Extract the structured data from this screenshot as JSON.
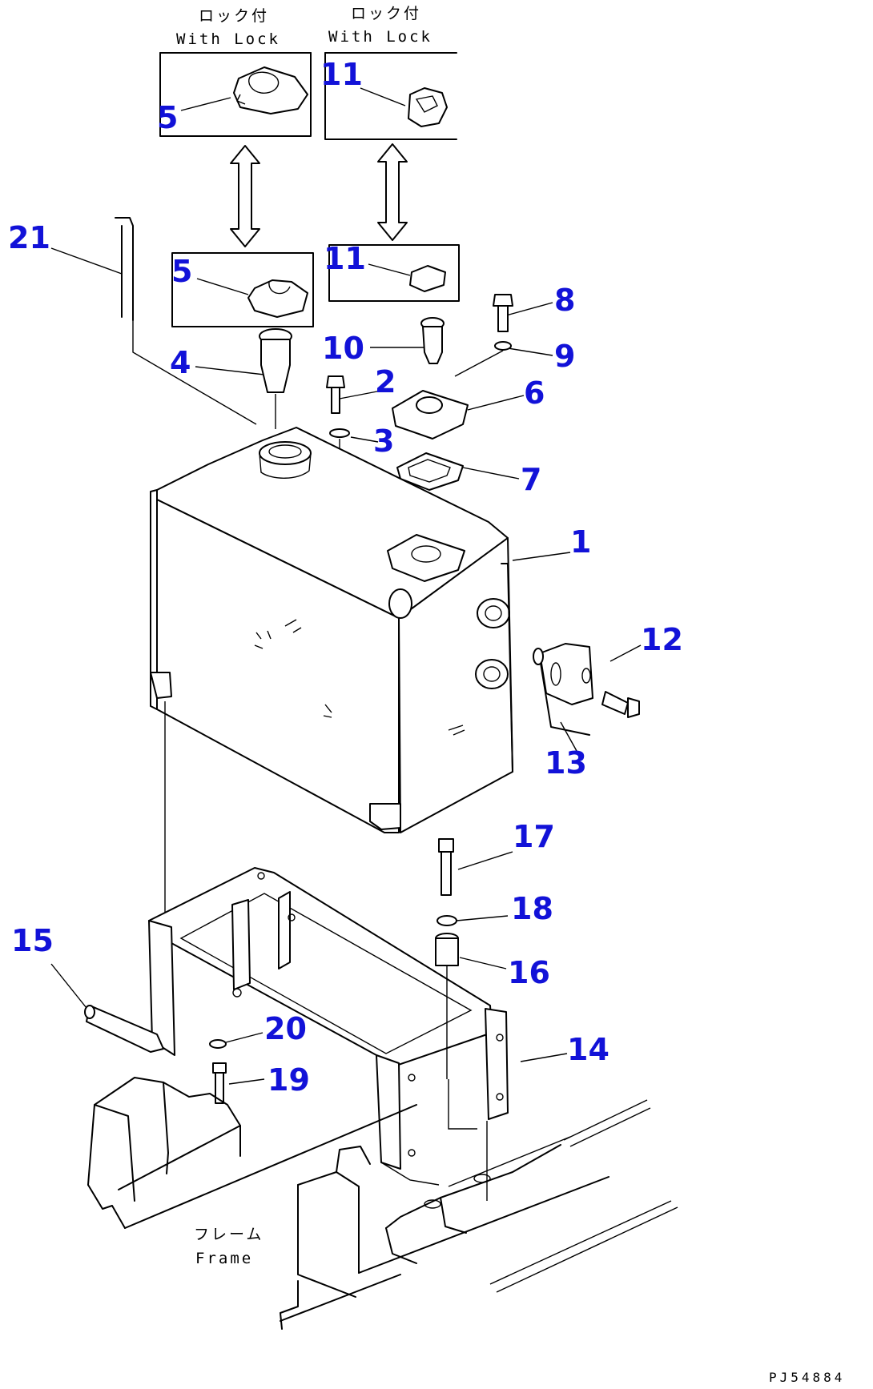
{
  "captions": {
    "lock_left_jp": "ロック付",
    "lock_left_en": "With Lock",
    "lock_right_jp": "ロック付",
    "lock_right_en": "With Lock",
    "frame_jp": "フレーム",
    "frame_en": "Frame"
  },
  "drawing_code": "PJ54884",
  "callouts": {
    "c1": "1",
    "c2": "2",
    "c3": "3",
    "c4": "4",
    "c5a": "5",
    "c5b": "5",
    "c6": "6",
    "c7": "7",
    "c8": "8",
    "c9": "9",
    "c10": "10",
    "c11a": "11",
    "c11b": "11",
    "c12": "12",
    "c13": "13",
    "c14": "14",
    "c15": "15",
    "c16": "16",
    "c17": "17",
    "c18": "18",
    "c19": "19",
    "c20": "20",
    "c21": "21"
  },
  "colors": {
    "callout": "#1212d8",
    "line": "#000000",
    "background": "#ffffff"
  }
}
